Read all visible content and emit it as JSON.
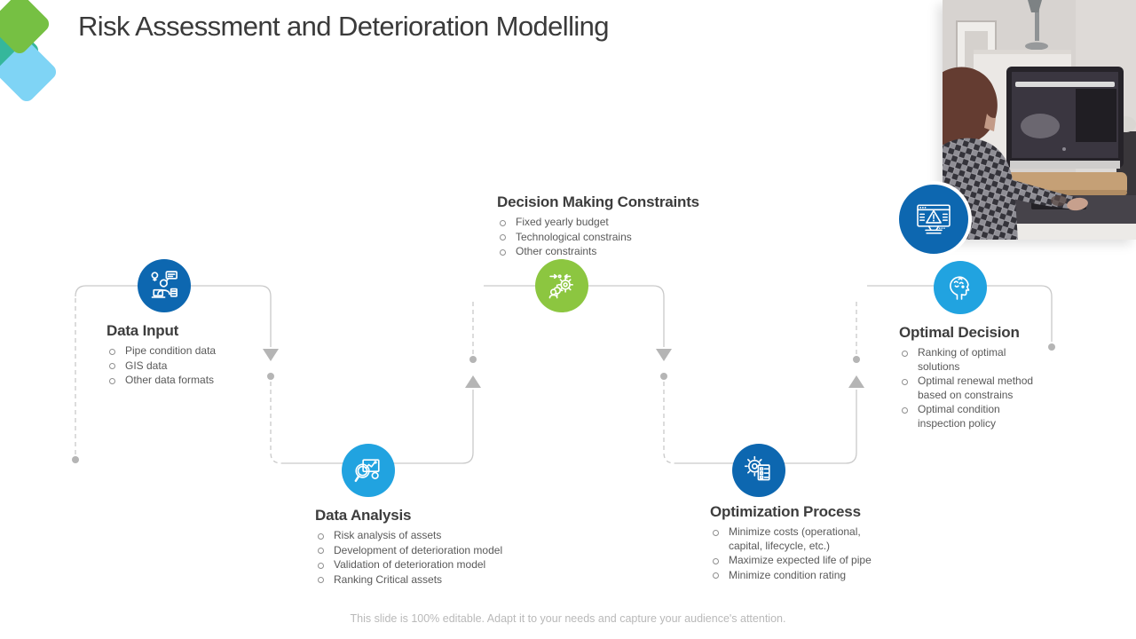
{
  "title": "Risk Assessment and Deterioration Modelling",
  "footer": "This slide is 100% editable. Adapt it to your needs and capture your audience's attention.",
  "logo": {
    "colors": {
      "green": "#76c043",
      "teal": "#35b79b",
      "blue": "#7fd4f5"
    }
  },
  "alert": {
    "icon": "monitor-warning-icon",
    "color": "#0d67b0"
  },
  "photo": {
    "description": "Woman in plaid shirt working at a desktop computer"
  },
  "diagram": {
    "connector_color": "#c9c9c9",
    "arrow_color": "#b5b5b5",
    "flow": [
      "Data Input",
      "Data Analysis",
      "Decision Making Constraints",
      "Optimization Process",
      "Optimal Decision"
    ]
  },
  "stages": [
    {
      "name": "Data Input",
      "icon": "person-computer-icon",
      "color": "#0d67b0",
      "bullets": [
        "Pipe condition data",
        "GIS data",
        "Other data formats"
      ]
    },
    {
      "name": "Data Analysis",
      "icon": "magnifier-chart-icon",
      "color": "#21a3e0",
      "bullets": [
        "Risk analysis of assets",
        "Development of deterioration model",
        "Validation of deterioration model",
        "Ranking Critical assets"
      ]
    },
    {
      "name": "Decision Making Constraints",
      "icon": "gears-process-icon",
      "color": "#8cc640",
      "bullets": [
        "Fixed yearly budget",
        "Technological constrains",
        "Other constraints"
      ]
    },
    {
      "name": "Optimization Process",
      "icon": "gear-checklist-icon",
      "color": "#0d67b0",
      "bullets": [
        "Minimize costs (operational, capital, lifecycle, etc.)",
        "Maximize expected life of pipe",
        "Minimize condition rating"
      ]
    },
    {
      "name": "Optimal Decision",
      "icon": "head-gears-icon",
      "color": "#21a3e0",
      "bullets": [
        "Ranking of optimal solutions",
        "Optimal renewal method based on constrains",
        "Optimal condition inspection policy"
      ]
    }
  ]
}
